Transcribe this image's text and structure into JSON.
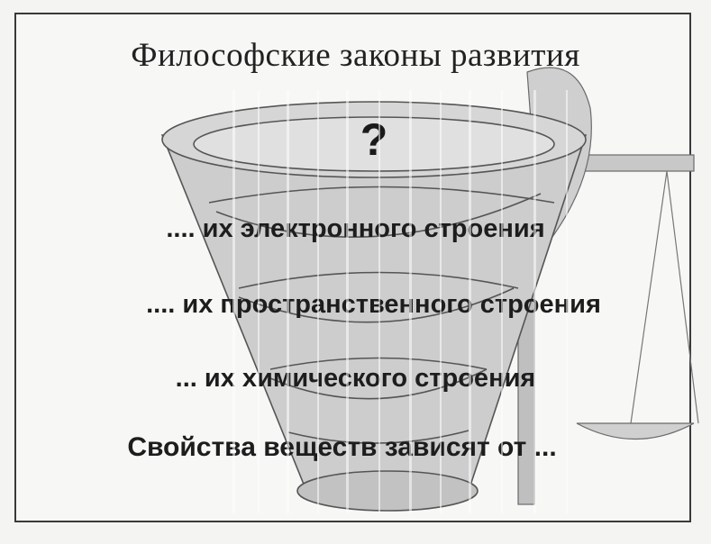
{
  "slide": {
    "title": "Философские законы развития",
    "question_mark": "?",
    "lines": [
      ".... их электронного строения",
      ".... их пространственного строения",
      "... их химического строения",
      "Свойства веществ  зависят от  ..."
    ]
  },
  "colors": {
    "funnel_fill": "#c9c9c9",
    "funnel_stroke": "#555555",
    "text": "#1d1d1d",
    "scale": "#bdbdbd"
  }
}
